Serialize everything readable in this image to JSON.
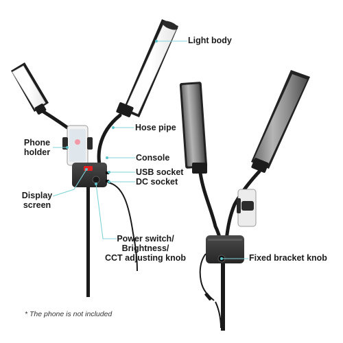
{
  "labels": {
    "light_body": "Light body",
    "hose_pipe": "Hose pipe",
    "phone_holder_1": "Phone",
    "phone_holder_2": "holder",
    "console": "Console",
    "usb_socket": "USB socket",
    "dc_socket": "DC socket",
    "display_screen_1": "Display",
    "display_screen_2": "screen",
    "power_knob_1": "Power switch/",
    "power_knob_2": "Brightness/",
    "power_knob_3": "CCT adjusting knob",
    "bracket_knob": "Fixed bracket knob"
  },
  "note": "* The phone is not included",
  "colors": {
    "callout_line": "#7fd3d7",
    "body_dark": "#2c2c2c",
    "panel_grey": "#9a9a9a",
    "display_red": "#e02020"
  }
}
